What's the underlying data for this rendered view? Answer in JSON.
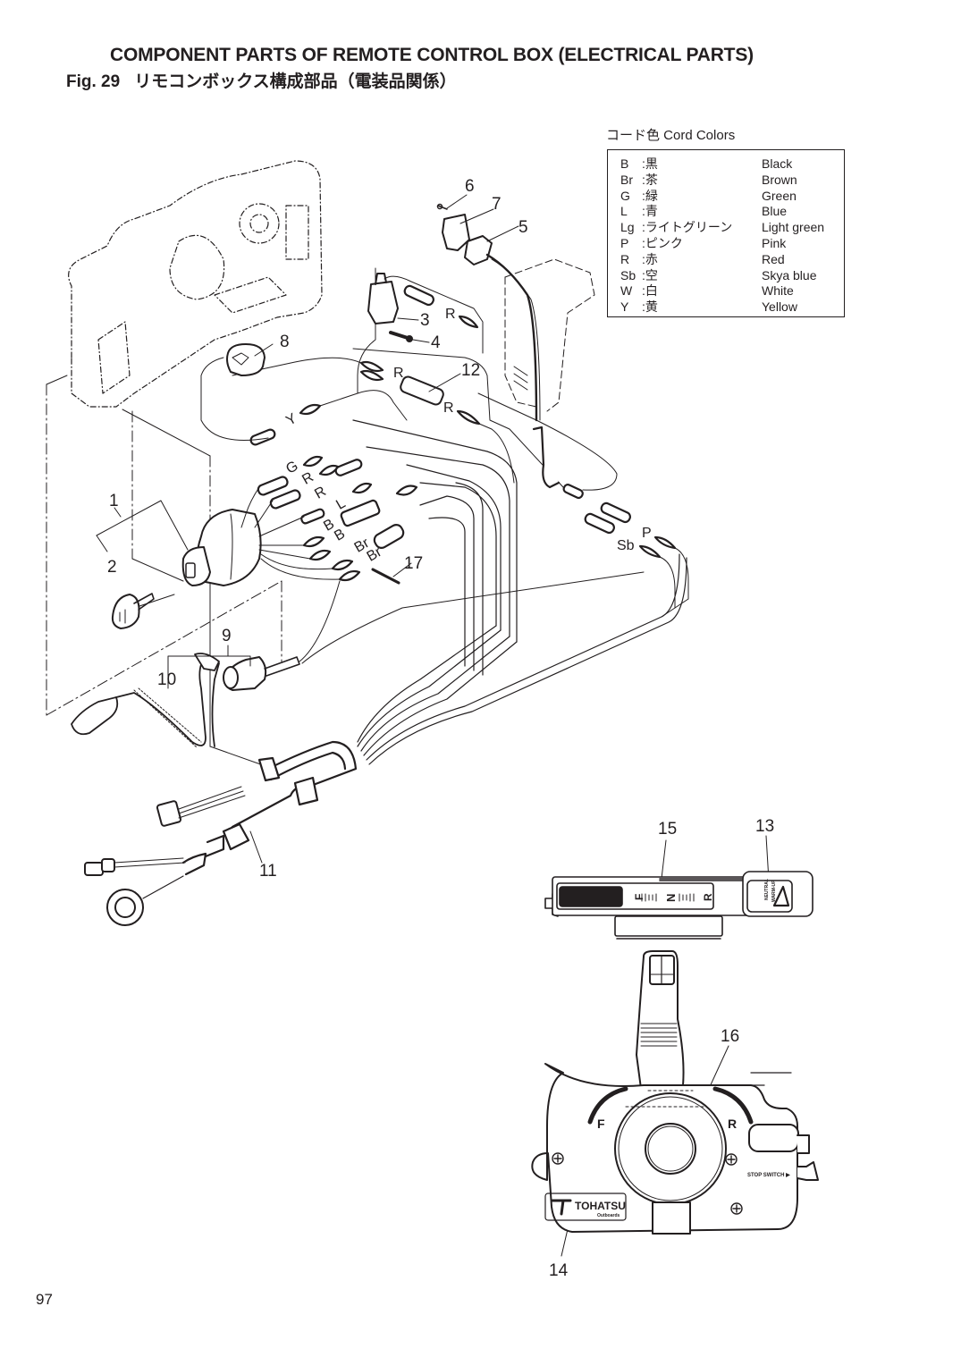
{
  "header": {
    "title_en": "COMPONENT PARTS OF REMOTE CONTROL BOX (ELECTRICAL PARTS)",
    "fig_label": "Fig. 29",
    "title_jp": "リモコンボックス構成部品（電装品関係）"
  },
  "legend": {
    "title": "コード色 Cord Colors",
    "items": [
      {
        "code": "B",
        "jp": ":黒",
        "en": "Black"
      },
      {
        "code": "Br",
        "jp": ":茶",
        "en": "Brown"
      },
      {
        "code": "G",
        "jp": ":緑",
        "en": "Green"
      },
      {
        "code": "L",
        "jp": ":青",
        "en": "Blue"
      },
      {
        "code": "Lg",
        "jp": ":ライトグリーン",
        "en": "Light green"
      },
      {
        "code": "P",
        "jp": ":ピンク",
        "en": "Pink"
      },
      {
        "code": "R",
        "jp": ":赤",
        "en": "Red"
      },
      {
        "code": "Sb",
        "jp": ":空",
        "en": "Skya blue"
      },
      {
        "code": "W",
        "jp": ":白",
        "en": "White"
      },
      {
        "code": "Y",
        "jp": ":黄",
        "en": "Yellow"
      }
    ]
  },
  "callouts": [
    "1",
    "2",
    "3",
    "4",
    "5",
    "6",
    "7",
    "8",
    "9",
    "10",
    "11",
    "12",
    "13",
    "14",
    "15",
    "16",
    "17"
  ],
  "wire_labels": {
    "r_top": "R",
    "r_mid1": "R",
    "r_mid2": "R",
    "y": "Y",
    "g": "G",
    "r_a": "R",
    "r_b": "R",
    "l": "L",
    "b_a": "B",
    "b_b": "B",
    "br_a": "Br",
    "br_b": "Br",
    "p": "P",
    "sb": "Sb"
  },
  "panel": {
    "shift_f": "F",
    "shift_n": "N",
    "shift_r": "R",
    "neutral_label_1": "NEUTRAL",
    "neutral_label_2": "WARM-UP"
  },
  "control_box": {
    "f_label": "F",
    "r_label": "R",
    "stop_switch": "STOP SWITCH ▶",
    "brand": "TOHATSU",
    "brand_sub": "Outboards"
  },
  "footer": {
    "page_number": "97"
  }
}
